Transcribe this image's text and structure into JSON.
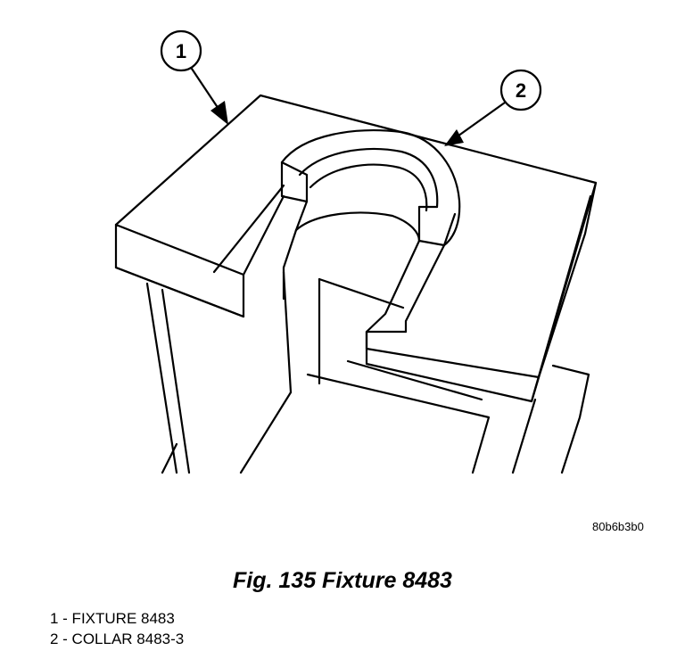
{
  "figure": {
    "reference_code": "80b6b3b0",
    "caption": "Fig. 135 Fixture 8483"
  },
  "callouts": [
    {
      "number": "1"
    },
    {
      "number": "2"
    }
  ],
  "legend": [
    {
      "text": "1 - FIXTURE 8483"
    },
    {
      "text": "2 - COLLAR 8483-3"
    }
  ]
}
